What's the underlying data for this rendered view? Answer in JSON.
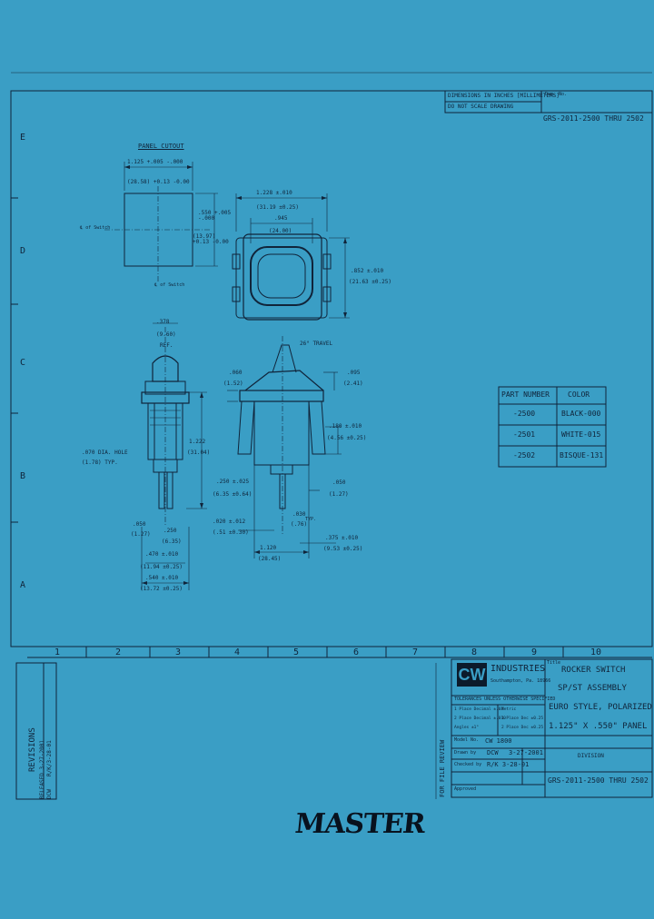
{
  "notes": {
    "dimensions": "DIMENSIONS IN INCHES [MILLIMETERS]",
    "do_not_scale": "DO NOT SCALE DRAWING"
  },
  "drawing_number_top": "GRS-2011-2500 THRU 2502",
  "dwg_no_label": "Dwg. No.",
  "zone_rows": [
    "E",
    "D",
    "C",
    "B",
    "A"
  ],
  "zone_cols": [
    "1",
    "2",
    "3",
    "4",
    "5",
    "6",
    "7",
    "8",
    "9",
    "10"
  ],
  "panel_cutout": {
    "title": "PANEL CUTOUT",
    "width_dim": "1.125 +.005 -.000",
    "width_mm": "(28.58) +0.13 -0.00",
    "height_dim": ".550 +.005 -.000",
    "height_mm": "(13.97) +0.13 -0.00",
    "centerline_switch": "℄ of Switch",
    "centerline_switch_bottom": "℄ of Switch"
  },
  "top_view": {
    "overall_width": "1.228 ±.010",
    "overall_width_mm": "(31.19 ±0.25)",
    "inner_width": ".945",
    "inner_width_mm": "(24.00)",
    "height": ".852 ±.010",
    "height_mm": "(21.63 ±0.25)"
  },
  "side_view_left": {
    "dim_top": ".378",
    "dim_top_mm": "(9.60)",
    "ref": "REF.",
    "body_height": "1.222",
    "body_height_mm": "(31.04)",
    "hole_note": ".070 DIA. HOLE",
    "hole_mm": "(1.78)  TYP.",
    "pin_dim": ".050",
    "pin_mm": "(1.27)",
    "pin_spacing": ".250",
    "pin_spacing_mm": "(6.35)",
    "width_a": ".470 ±.010",
    "width_a_mm": "(11.94 ±0.25)",
    "width_b": ".540 ±.010",
    "width_b_mm": "(13.72 ±0.25)"
  },
  "side_view_right": {
    "travel": "26° TRAVEL",
    "dim_060": ".060",
    "dim_060_mm": "(1.52)",
    "dim_095": ".095",
    "dim_095_mm": "(2.41)",
    "dim_180": ".180 ±.010",
    "dim_180_mm": "(4.56 ±0.25)",
    "dim_250": ".250 ±.025",
    "dim_250_mm": "(6.35 ±0.64)",
    "dim_020": ".020 ±.012",
    "dim_020_mm": "(.51 ±0.30)",
    "dim_050": ".050",
    "dim_050_mm": "(1.27)",
    "dim_030": ".030",
    "dim_030_mm": "(.76)",
    "typ": "TYP.",
    "dim_375": ".375 ±.010",
    "dim_375_mm": "(9.53 ±0.25)",
    "dim_1120": "1.120",
    "dim_1120_mm": "(28.45)"
  },
  "color_table": {
    "headers": [
      "PART NUMBER",
      "COLOR"
    ],
    "rows": [
      [
        "-2500",
        "BLACK-000"
      ],
      [
        "-2501",
        "WHITE-015"
      ],
      [
        "-2502",
        "BISQUE-131"
      ]
    ]
  },
  "revisions": {
    "label": "REVISIONS",
    "released": "RELEASED 3-27-2001",
    "by": "DCW",
    "by2": "R/K/3-28-01"
  },
  "title_block": {
    "company": "INDUSTRIES",
    "city": "Southampton, Pa. 18966",
    "logo": "CW",
    "title_label": "Title",
    "title_line1": "ROCKER SWITCH",
    "title_line2": "SP/ST ASSEMBLY",
    "title_line3": "EURO STYLE, POLARIZED",
    "title_line4": "1.125\" X .550\" PANEL",
    "tolerance_header": "TOLERANCES UNLESS OTHERWISE SPECIFIED",
    "tol_row1a": "1 Place Decimal ±.03",
    "tol_row1b": "Metric",
    "tol_row2a": "2 Place Decimal ±.010",
    "tol_row2b": "1 Place Dec ±0.25",
    "tol_row3a": "Angles ±1°",
    "tol_row3b": "2 Place Dec ±0.25",
    "model_label": "Model No.",
    "model_value": "CW 1800",
    "division_label": "DIVISION",
    "drawn_by_label": "Drawn by",
    "drawn_by_value": "DCW",
    "drawn_date": "3-27-2001",
    "checked_label": "Checked by",
    "checked_value": "R/K 3-28-01",
    "approved_label": "Approved",
    "dwg_no": "GRS-2011-2500 THRU 2502",
    "for_file_review": "FOR FILE REVIEW"
  },
  "stamp": "MASTER"
}
